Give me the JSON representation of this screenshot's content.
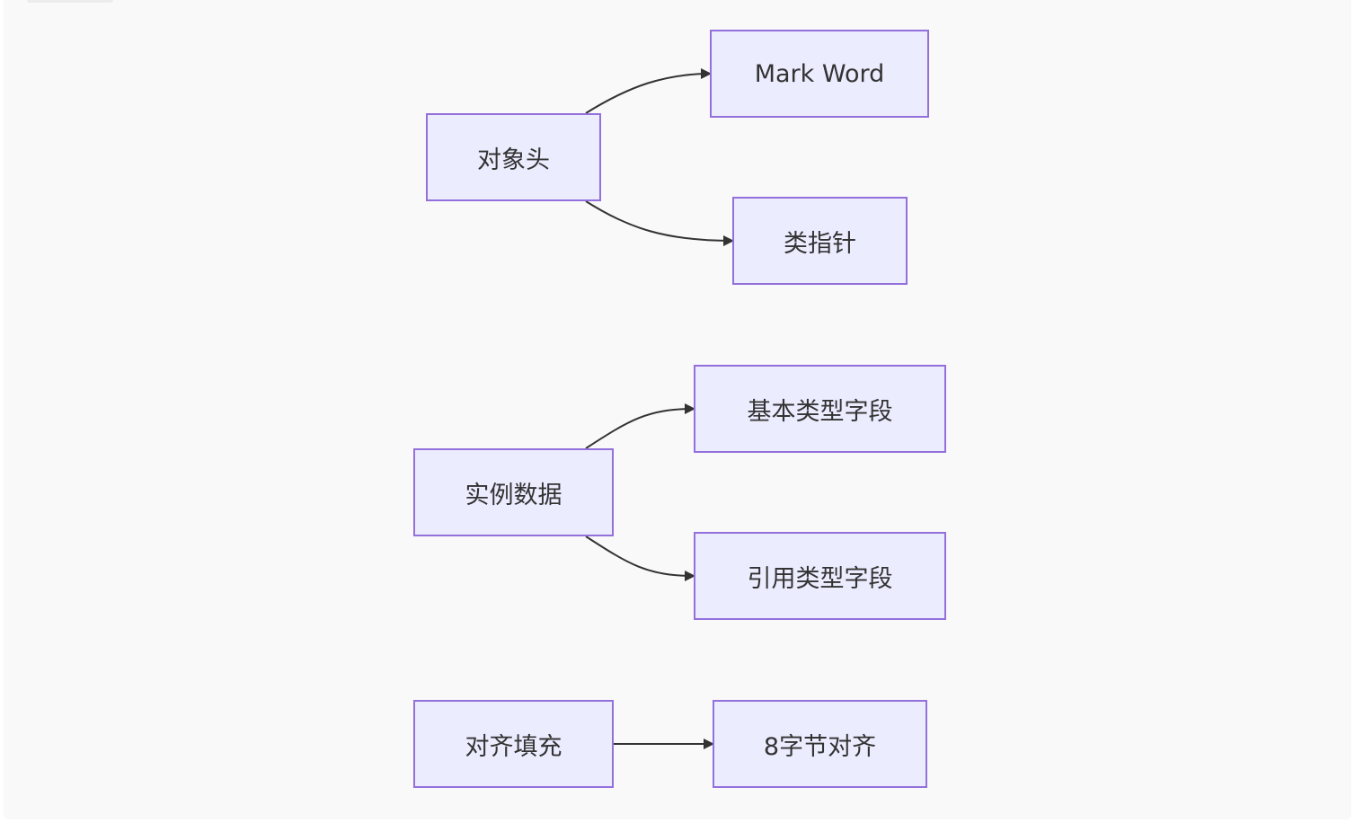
{
  "diagram": {
    "type": "flowchart",
    "direction": "left-to-right",
    "node_fill": "#ececff",
    "node_stroke": "#9370db",
    "edge_color": "#333333",
    "background": "#f9f9f9",
    "nodes": {
      "object_header": "对象头",
      "mark_word": "Mark Word",
      "class_pointer": "类指针",
      "instance_data": "实例数据",
      "primitive_fields": "基本类型字段",
      "reference_fields": "引用类型字段",
      "padding": "对齐填充",
      "eight_byte_align": "8字节对齐"
    },
    "edges": [
      {
        "from": "object_header",
        "to": "mark_word"
      },
      {
        "from": "object_header",
        "to": "class_pointer"
      },
      {
        "from": "instance_data",
        "to": "primitive_fields"
      },
      {
        "from": "instance_data",
        "to": "reference_fields"
      },
      {
        "from": "padding",
        "to": "eight_byte_align"
      }
    ]
  }
}
